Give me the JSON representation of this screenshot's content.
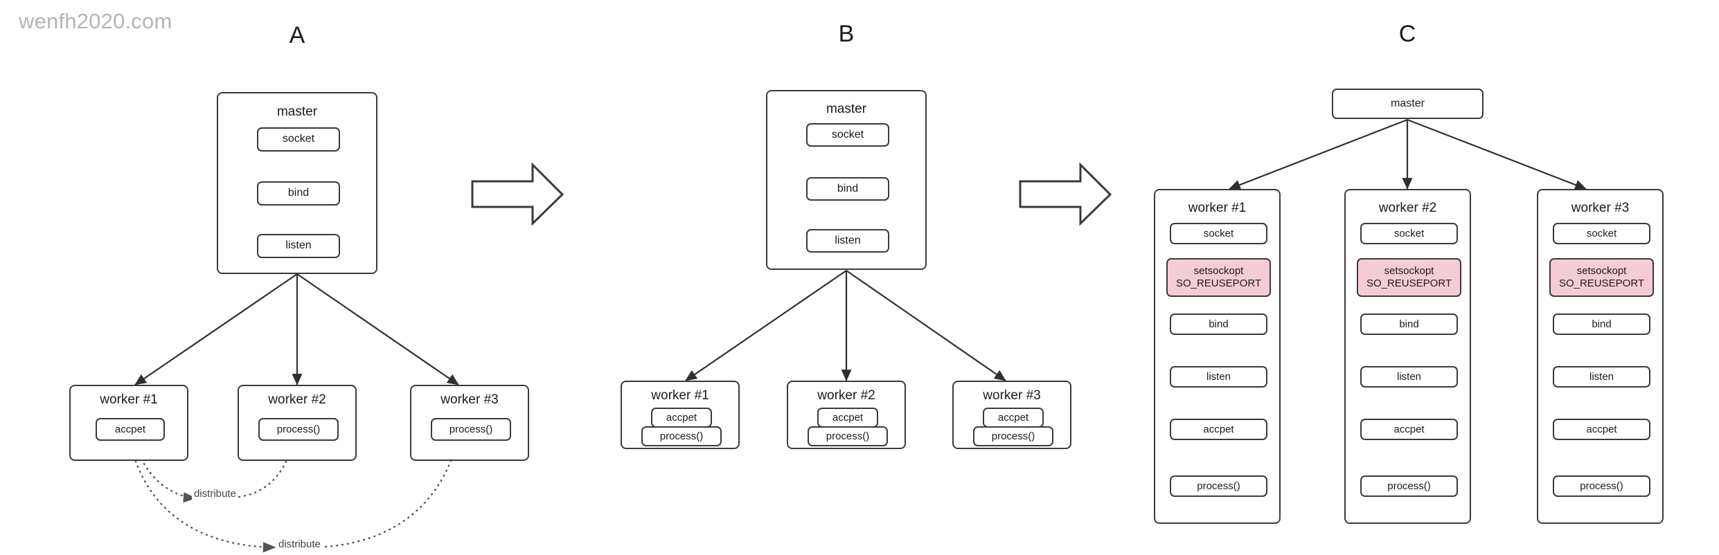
{
  "watermark": "wenfh2020.com",
  "colors": {
    "stroke": "#3a3a3a",
    "text": "#1a1a1a",
    "highlight_fill": "#f5ccd5",
    "watermark": "#b5b5b5",
    "background": "#ffffff"
  },
  "panels": [
    {
      "letter": "A",
      "master": {
        "title": "master",
        "nodes": [
          {
            "label": "socket"
          },
          {
            "label": "bind"
          },
          {
            "label": "listen"
          }
        ]
      },
      "workers": [
        {
          "title": "worker #1",
          "nodes": [
            {
              "label": "accpet"
            }
          ]
        },
        {
          "title": "worker #2",
          "nodes": [
            {
              "label": "process()"
            }
          ]
        },
        {
          "title": "worker #3",
          "nodes": [
            {
              "label": "process()"
            }
          ]
        }
      ],
      "edge_labels": [
        "distribute",
        "distribute"
      ]
    },
    {
      "letter": "B",
      "master": {
        "title": "master",
        "nodes": [
          {
            "label": "socket"
          },
          {
            "label": "bind"
          },
          {
            "label": "listen"
          }
        ]
      },
      "workers": [
        {
          "title": "worker #1",
          "nodes": [
            {
              "label": "accpet"
            },
            {
              "label": "process()"
            }
          ]
        },
        {
          "title": "worker #2",
          "nodes": [
            {
              "label": "accpet"
            },
            {
              "label": "process()"
            }
          ]
        },
        {
          "title": "worker #3",
          "nodes": [
            {
              "label": "accpet"
            },
            {
              "label": "process()"
            }
          ]
        }
      ],
      "edge_labels": []
    },
    {
      "letter": "C",
      "master": {
        "title": "master",
        "nodes": []
      },
      "workers": [
        {
          "title": "worker #1",
          "nodes": [
            {
              "label": "socket"
            },
            {
              "label": "setsockopt\nSO_REUSEPORT",
              "highlight": true
            },
            {
              "label": "bind"
            },
            {
              "label": "listen"
            },
            {
              "label": "accpet"
            },
            {
              "label": "process()"
            }
          ]
        },
        {
          "title": "worker #2",
          "nodes": [
            {
              "label": "socket"
            },
            {
              "label": "setsockopt\nSO_REUSEPORT",
              "highlight": true
            },
            {
              "label": "bind"
            },
            {
              "label": "listen"
            },
            {
              "label": "accpet"
            },
            {
              "label": "process()"
            }
          ]
        },
        {
          "title": "worker #3",
          "nodes": [
            {
              "label": "socket"
            },
            {
              "label": "setsockopt\nSO_REUSEPORT",
              "highlight": true
            },
            {
              "label": "bind"
            },
            {
              "label": "listen"
            },
            {
              "label": "accpet"
            },
            {
              "label": "process()"
            }
          ]
        }
      ],
      "edge_labels": []
    }
  ],
  "transitions": [
    {
      "name": "a-to-b"
    },
    {
      "name": "b-to-c"
    }
  ]
}
